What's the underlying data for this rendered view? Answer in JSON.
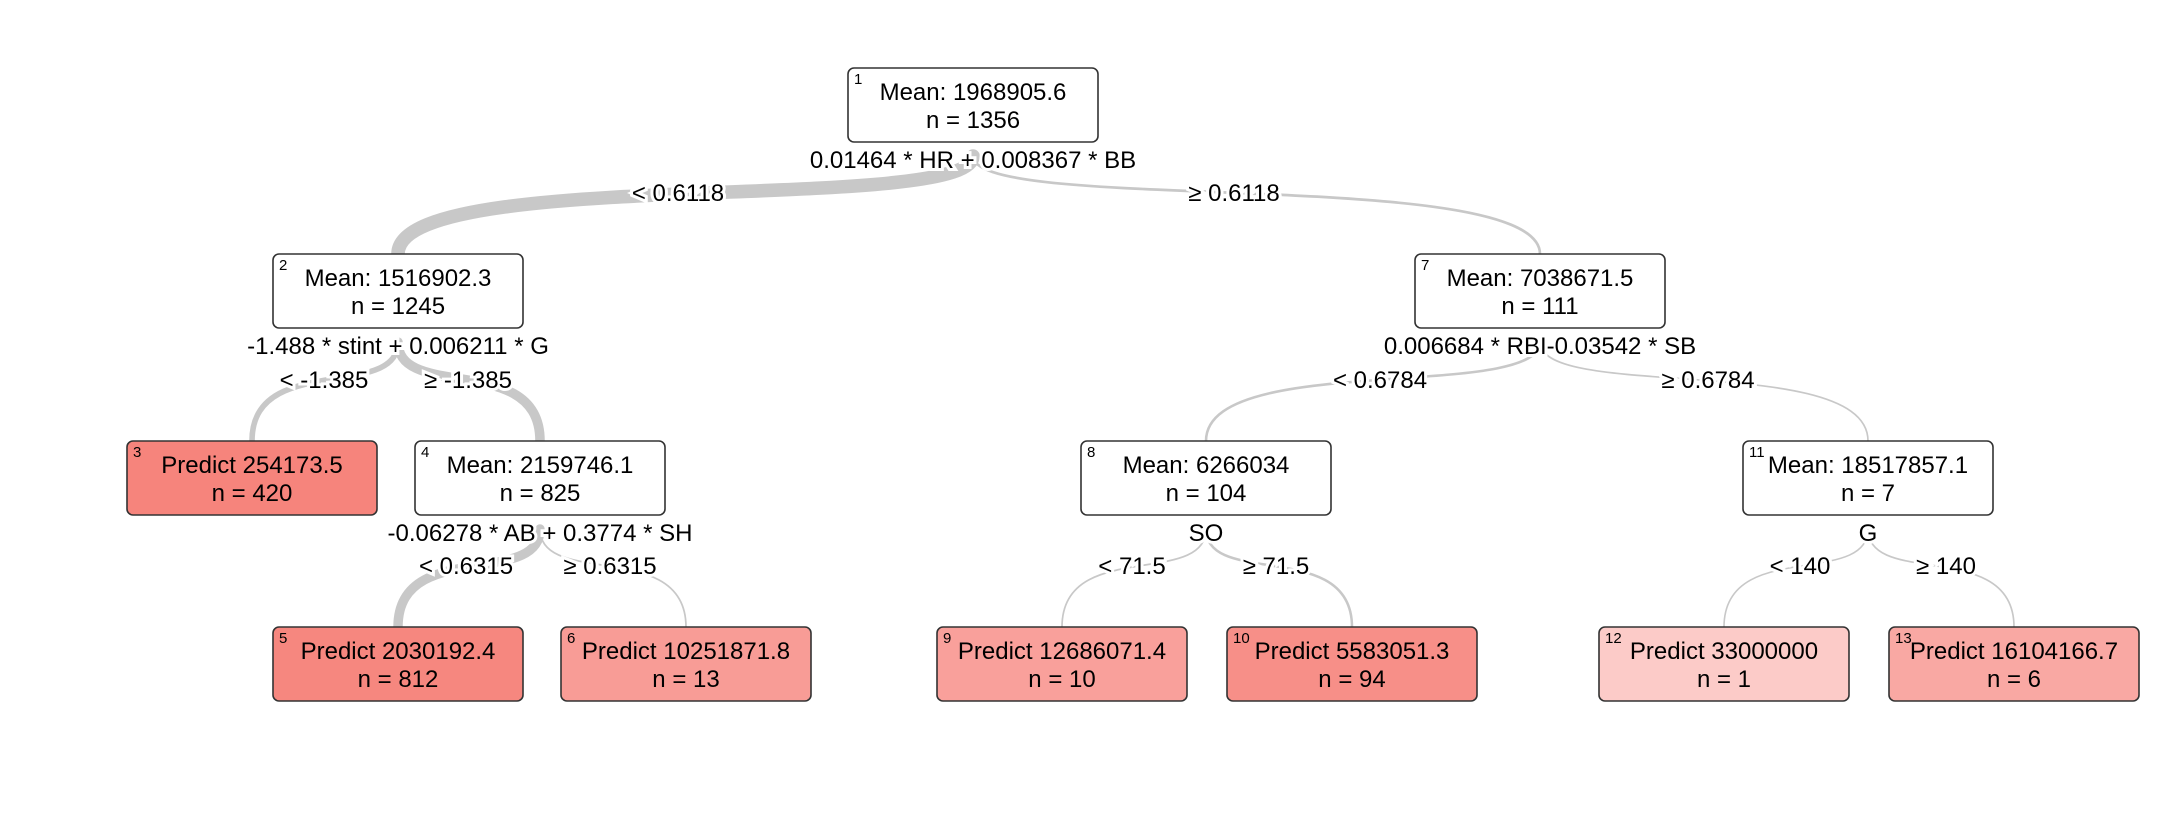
{
  "tree": {
    "nodes": [
      {
        "id": "1",
        "line1": "Mean: 1968905.6",
        "line2": "n = 1356",
        "leaf": false,
        "split": "0.01464 * HR + 0.008367 * BB"
      },
      {
        "id": "2",
        "line1": "Mean: 1516902.3",
        "line2": "n = 1245",
        "leaf": false,
        "split": "-1.488 * stint + 0.006211 * G"
      },
      {
        "id": "3",
        "line1": "Predict 254173.5",
        "line2": "n = 420",
        "leaf": true,
        "fill": "#f6847c"
      },
      {
        "id": "4",
        "line1": "Mean: 2159746.1",
        "line2": "n = 825",
        "leaf": false,
        "split": "-0.06278 * AB + 0.3774 * SH"
      },
      {
        "id": "5",
        "line1": "Predict 2030192.4",
        "line2": "n = 812",
        "leaf": true,
        "fill": "#f6877f"
      },
      {
        "id": "6",
        "line1": "Predict 10251871.8",
        "line2": "n = 13",
        "leaf": true,
        "fill": "#f89c96"
      },
      {
        "id": "7",
        "line1": "Mean: 7038671.5",
        "line2": "n = 111",
        "leaf": false,
        "split": "0.006684 * RBI-0.03542 * SB"
      },
      {
        "id": "8",
        "line1": "Mean: 6266034",
        "line2": "n = 104",
        "leaf": false,
        "split": "SO"
      },
      {
        "id": "9",
        "line1": "Predict 12686071.4",
        "line2": "n = 10",
        "leaf": true,
        "fill": "#f9a09b"
      },
      {
        "id": "10",
        "line1": "Predict 5583051.3",
        "line2": "n = 94",
        "leaf": true,
        "fill": "#f78f88"
      },
      {
        "id": "11",
        "line1": "Mean: 18517857.1",
        "line2": "n = 7",
        "leaf": false,
        "split": "G"
      },
      {
        "id": "12",
        "line1": "Predict 33000000",
        "line2": "n = 1",
        "leaf": true,
        "fill": "#fccbc8"
      },
      {
        "id": "13",
        "line1": "Predict 16104166.7",
        "line2": "n = 6",
        "leaf": true,
        "fill": "#f9a8a3"
      }
    ],
    "edges": [
      {
        "from": "1",
        "to": "2",
        "label": "< 0.6118",
        "weight": 1245
      },
      {
        "from": "1",
        "to": "7",
        "label": "≥ 0.6118",
        "weight": 111
      },
      {
        "from": "2",
        "to": "3",
        "label": "< -1.385",
        "weight": 420
      },
      {
        "from": "2",
        "to": "4",
        "label": "≥ -1.385",
        "weight": 825
      },
      {
        "from": "4",
        "to": "5",
        "label": "< 0.6315",
        "weight": 812
      },
      {
        "from": "4",
        "to": "6",
        "label": "≥ 0.6315",
        "weight": 13
      },
      {
        "from": "7",
        "to": "8",
        "label": "< 0.6784",
        "weight": 104
      },
      {
        "from": "7",
        "to": "11",
        "label": "≥ 0.6784",
        "weight": 7
      },
      {
        "from": "8",
        "to": "9",
        "label": "< 71.5",
        "weight": 10
      },
      {
        "from": "8",
        "to": "10",
        "label": "≥ 71.5",
        "weight": 94
      },
      {
        "from": "11",
        "to": "12",
        "label": "< 140",
        "weight": 1
      },
      {
        "from": "11",
        "to": "13",
        "label": "≥ 140",
        "weight": 6
      }
    ],
    "colors": {
      "inner_fill": "#ffffff",
      "border": "#333333",
      "edge": "#c8c8c8"
    }
  }
}
